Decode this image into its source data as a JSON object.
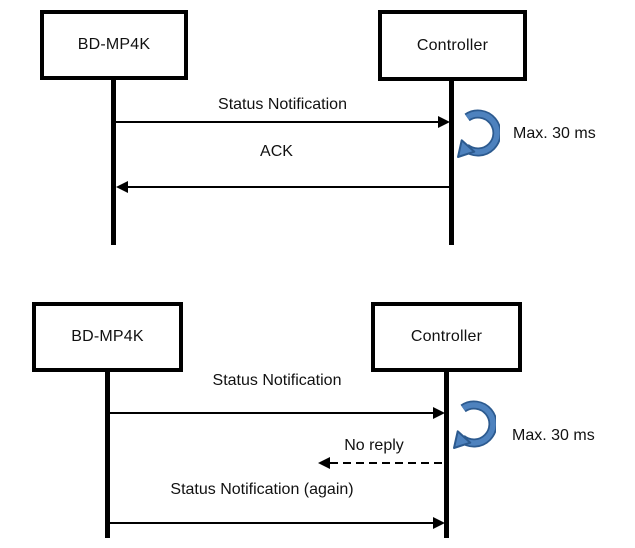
{
  "colors": {
    "line": "#000000",
    "delay_arrow_fill": "#4E82BE",
    "delay_arrow_outline": "#2C5A8F"
  },
  "diagrams": [
    {
      "left_actor": "BD-MP4K",
      "right_actor": "Controller",
      "delay_label": "Max. 30 ms",
      "messages": [
        {
          "label": "Status Notification",
          "direction": "right",
          "line_style": "solid"
        },
        {
          "label": "ACK",
          "direction": "left",
          "line_style": "solid"
        }
      ]
    },
    {
      "left_actor": "BD-MP4K",
      "right_actor": "Controller",
      "delay_label": "Max. 30 ms",
      "messages": [
        {
          "label": "Status Notification",
          "direction": "right",
          "line_style": "solid"
        },
        {
          "label": "No reply",
          "direction": "left",
          "line_style": "dashed"
        },
        {
          "label": "Status Notification (again)",
          "direction": "right",
          "line_style": "solid"
        }
      ]
    }
  ]
}
